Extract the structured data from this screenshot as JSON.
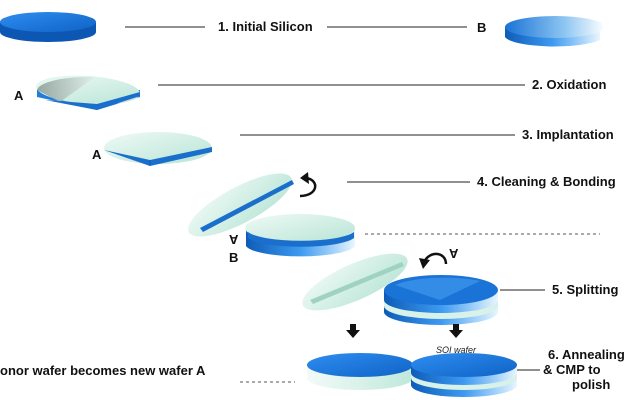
{
  "steps": {
    "s1": "1. Initial Silicon",
    "s2": "2. Oxidation",
    "s3": "3. Implantation",
    "s4": "4. Cleaning & Bonding",
    "s5": "5. Splitting",
    "s6_line1": "6. Annealing",
    "s6_line2": "& CMP to",
    "s6_line3": "polish"
  },
  "labels": {
    "wafer_a": "A",
    "wafer_b": "B",
    "soi_wafer": "SOI wafer",
    "donor_note": "onor wafer becomes new wafer A"
  },
  "colors": {
    "silicon_blue": "#1a78d8",
    "oxide_mint": "#cdeee4",
    "leader_line": "#222222",
    "dotted_line": "#555555"
  }
}
